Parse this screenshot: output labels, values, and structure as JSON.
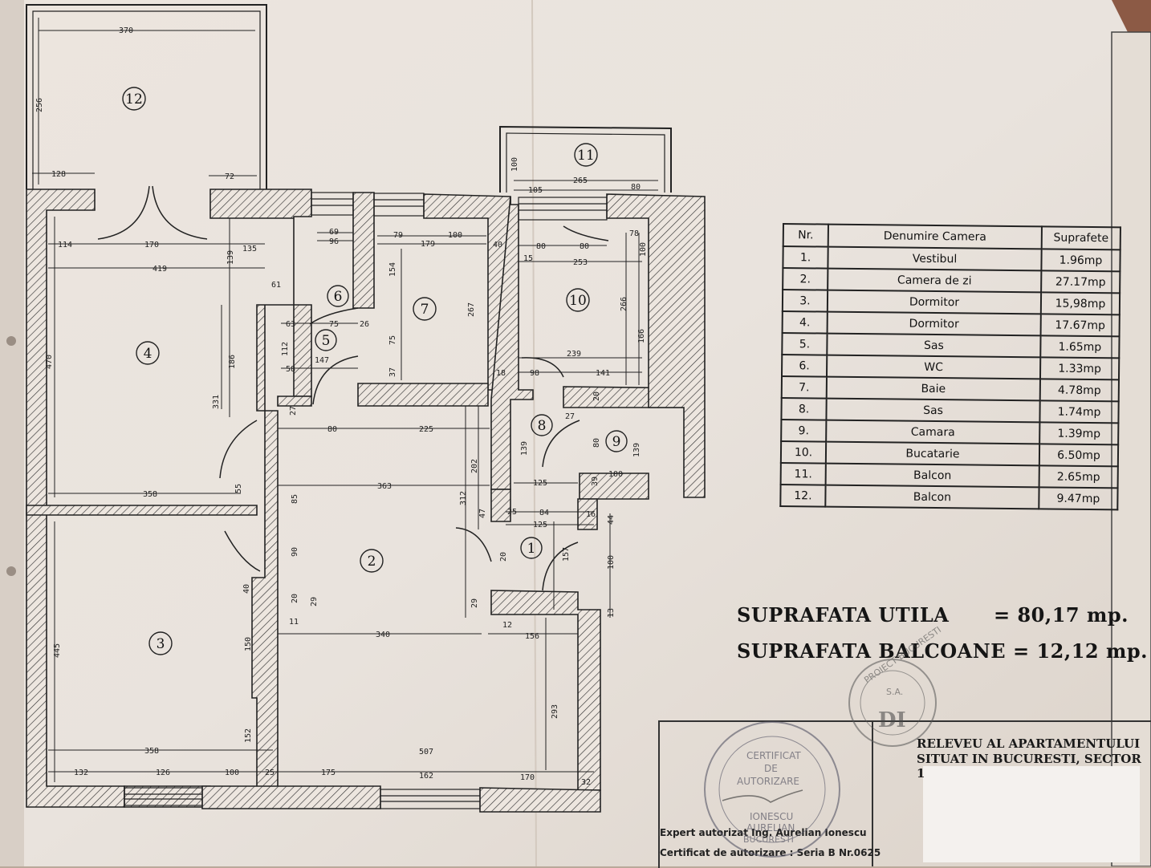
{
  "rooms_table": {
    "headers": [
      "Nr.",
      "Denumire Camera",
      "Suprafete"
    ],
    "rows": [
      {
        "nr": "1.",
        "name": "Vestibul",
        "area": "1.96mp"
      },
      {
        "nr": "2.",
        "name": "Camera de zi",
        "area": "27.17mp"
      },
      {
        "nr": "3.",
        "name": "Dormitor",
        "area": "15,98mp"
      },
      {
        "nr": "4.",
        "name": "Dormitor",
        "area": "17.67mp"
      },
      {
        "nr": "5.",
        "name": "Sas",
        "area": "1.65mp"
      },
      {
        "nr": "6.",
        "name": "WC",
        "area": "1.33mp"
      },
      {
        "nr": "7.",
        "name": "Baie",
        "area": "4.78mp"
      },
      {
        "nr": "8.",
        "name": "Sas",
        "area": "1.74mp"
      },
      {
        "nr": "9.",
        "name": "Camara",
        "area": "1.39mp"
      },
      {
        "nr": "10.",
        "name": "Bucatarie",
        "area": "6.50mp"
      },
      {
        "nr": "11.",
        "name": "Balcon",
        "area": "2.65mp"
      },
      {
        "nr": "12.",
        "name": "Balcon",
        "area": "9.47mp"
      }
    ]
  },
  "summary": {
    "utila_label": "SUPRAFATA UTILA",
    "utila_value": "= 80,17 mp.",
    "balcoane_label": "SUPRAFATA BALCOANE",
    "balcoane_value": "= 12,12 mp."
  },
  "title_block": {
    "line1": "RELEVEU AL APARTAMENTULUI",
    "line2": "SITUAT IN BUCURESTI, SECTOR 1",
    "expert": "Expert autorizat Ing. Aurelian Ionescu",
    "certificat": "Certificat de autorizare : Seria B Nr.0625"
  },
  "stamps": {
    "company": [
      "PROIECT BUCURESTI",
      "S.A.",
      "DI"
    ],
    "round_seal": [
      "CERTIFICAT",
      "DE",
      "AUTORIZARE",
      "IONESCU",
      "AURELIAN",
      "BUCURESTI"
    ]
  },
  "room_labels": [
    "1",
    "2",
    "3",
    "4",
    "5",
    "6",
    "7",
    "8",
    "9",
    "10",
    "11",
    "12"
  ],
  "dimensions": [
    "370",
    "256",
    "128",
    "72",
    "114",
    "170",
    "135",
    "419",
    "470",
    "139",
    "61",
    "186",
    "331",
    "358",
    "55",
    "85",
    "90",
    "40",
    "20",
    "11",
    "445",
    "150",
    "152",
    "132",
    "126",
    "100",
    "25",
    "175",
    "162",
    "170",
    "32",
    "507",
    "340",
    "156",
    "293",
    "63",
    "75",
    "26",
    "112",
    "58",
    "147",
    "27",
    "80",
    "225",
    "363",
    "69",
    "96",
    "79",
    "179",
    "154",
    "267",
    "75",
    "37",
    "100",
    "105",
    "265",
    "40",
    "15",
    "253",
    "78",
    "266",
    "166",
    "239",
    "18",
    "98",
    "141",
    "20",
    "139",
    "202",
    "312",
    "47",
    "25",
    "84",
    "16",
    "125",
    "44",
    "157",
    "29",
    "12",
    "13",
    "139",
    "39",
    "100",
    "29",
    "90",
    "20"
  ]
}
